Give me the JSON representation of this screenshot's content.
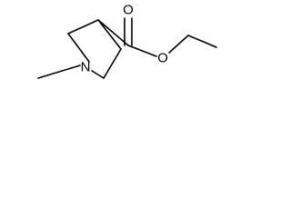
{
  "molecule": {
    "atoms": {
      "nitrogen": "N",
      "carbonyl_oxygen": "O",
      "ester_oxygen": "O"
    }
  }
}
